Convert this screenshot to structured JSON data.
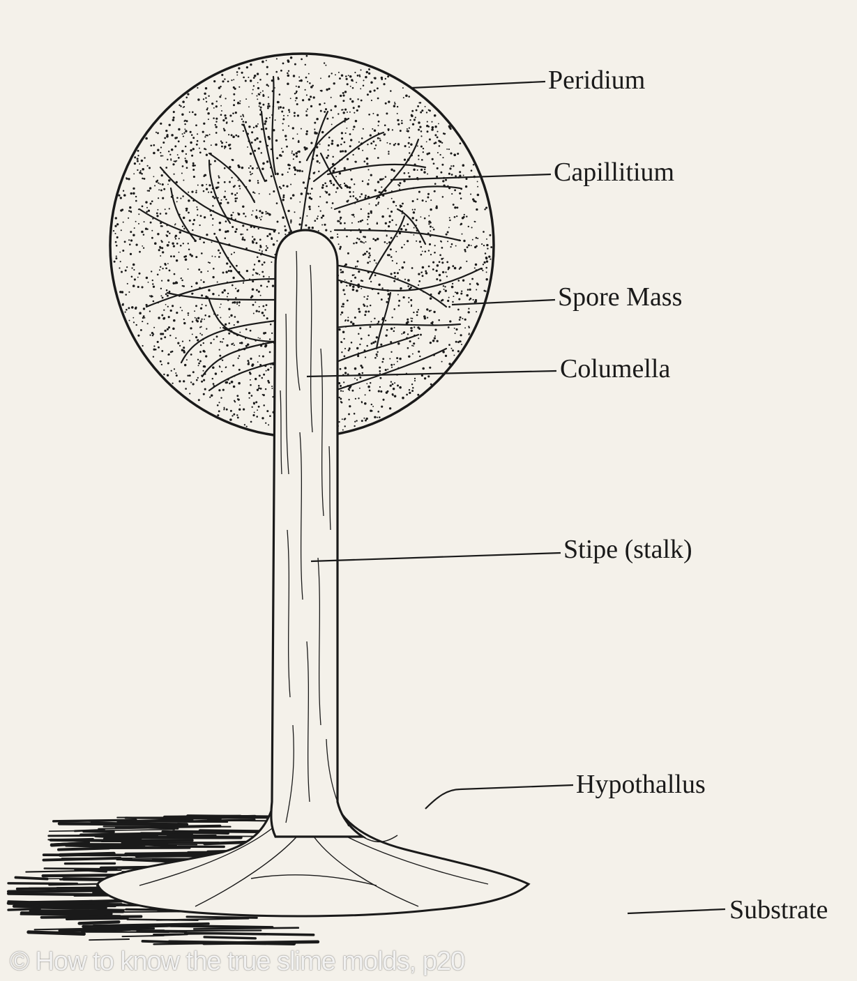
{
  "labels": {
    "peridium": "Peridium",
    "capillitium": "Capillitium",
    "spore_mass": "Spore Mass",
    "columella": "Columella",
    "stipe": "Stipe (stalk)",
    "hypothallus": "Hypothallus",
    "substrate": "Substrate"
  },
  "watermark": "© How to know the true slime molds, p20",
  "colors": {
    "paper": "#f4f1ea",
    "ink": "#1a1a1a"
  }
}
